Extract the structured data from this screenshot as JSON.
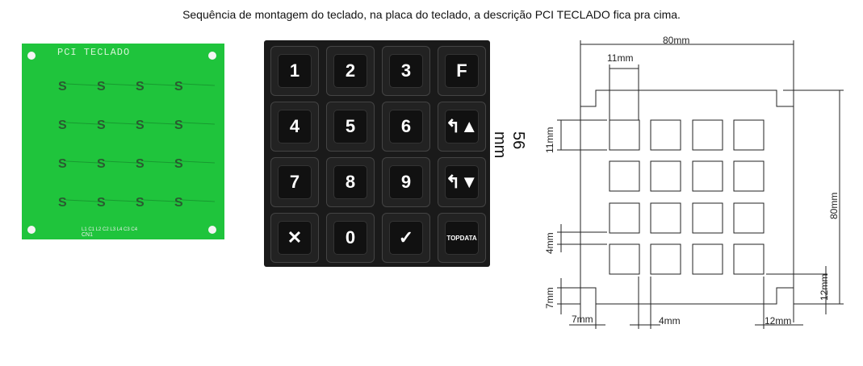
{
  "caption": "Sequência de montagem do teclado, na placa do teclado, a descrição PCI TECLADO fica pra cima.",
  "pcb": {
    "title": "PCI TECLADO",
    "pins": "L1 C1 L2 C2 L3 L4 C3 C4",
    "connector": "CN1"
  },
  "keypad": {
    "keys": [
      "1",
      "2",
      "3",
      "F",
      "4",
      "5",
      "6",
      "↰▲",
      "7",
      "8",
      "9",
      "↰▼",
      "✕",
      "0",
      "✓",
      "TOPDATA"
    ],
    "dimension": "56 mm"
  },
  "drawing": {
    "width": "80mm",
    "height": "80mm",
    "key_width": "11mm",
    "key_height": "11mm",
    "gap_v": "4mm",
    "gap_h": "4mm",
    "notch_h_left": "7mm",
    "notch_w_left": "7mm",
    "notch_w_right": "12mm",
    "notch_h_right": "12mm"
  }
}
